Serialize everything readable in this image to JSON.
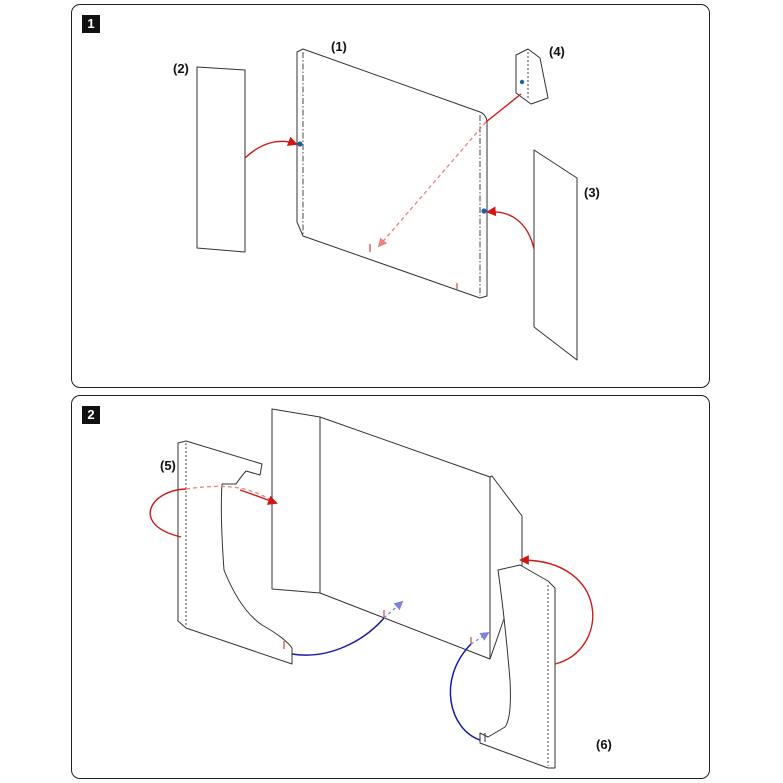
{
  "steps": [
    {
      "number": "1",
      "labels": [
        "(1)",
        "(2)",
        "(3)",
        "(4)"
      ]
    },
    {
      "number": "2",
      "labels": [
        "(5)",
        "(6)"
      ]
    }
  ],
  "colors": {
    "insert_arrow": "#d01818",
    "guide_arrow": "#f08080",
    "fold_arrow": "#1a1aa8",
    "fold_arrow_head": "#8080e0",
    "glue_point": "#1f5fa8"
  }
}
